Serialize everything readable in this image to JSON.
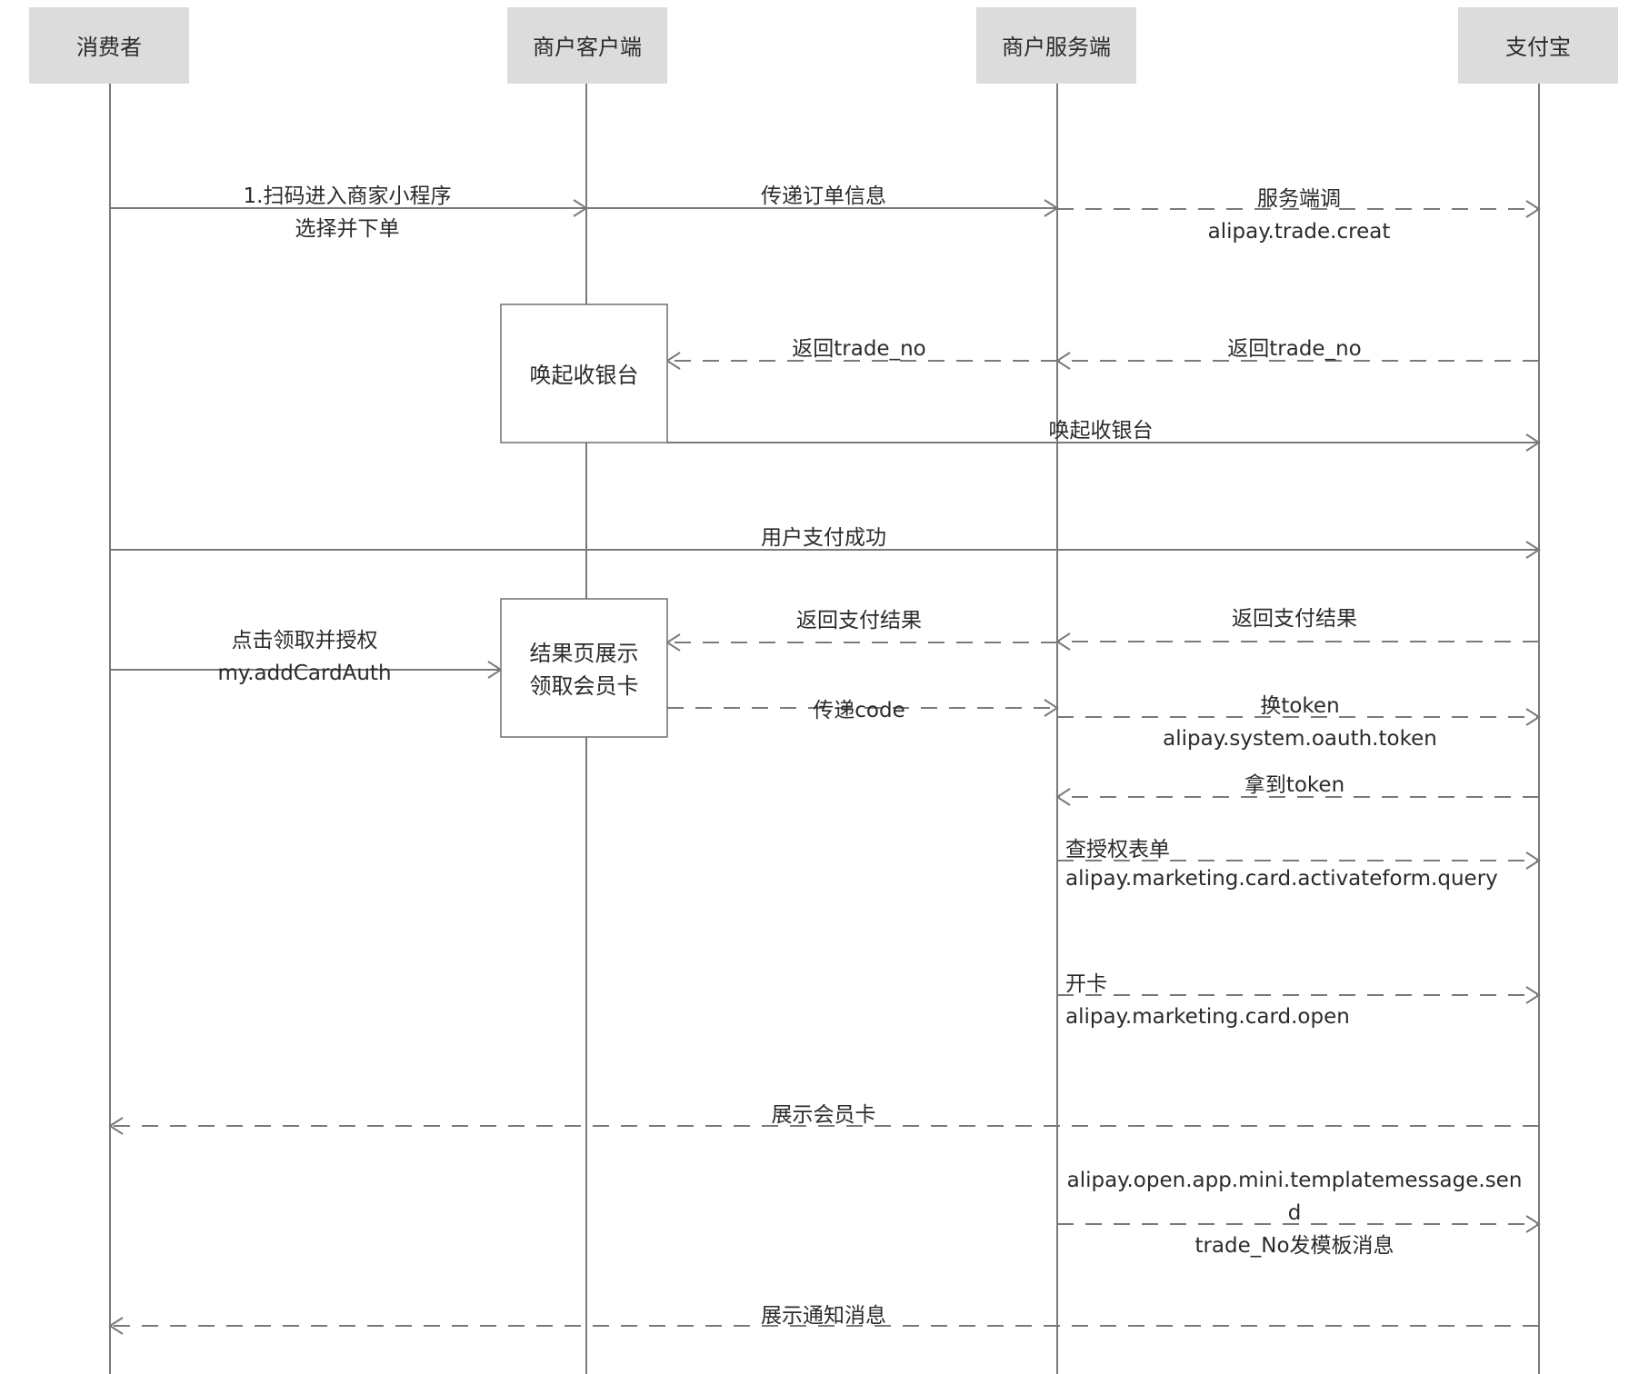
{
  "participants": [
    {
      "id": "consumer",
      "label": "消费者"
    },
    {
      "id": "client",
      "label": "商户客户端"
    },
    {
      "id": "server",
      "label": "商户服务端"
    },
    {
      "id": "alipay",
      "label": "支付宝"
    }
  ],
  "activation_boxes": [
    {
      "id": "cashier-box",
      "lines": [
        "唤起收银台"
      ]
    },
    {
      "id": "result-box",
      "lines": [
        "结果页展示",
        "领取会员卡"
      ]
    }
  ],
  "messages": [
    {
      "id": "scan-order",
      "from": "consumer",
      "to": "client",
      "style": "solid",
      "lines": [
        "1.扫码进入商家小程序",
        "选择并下单"
      ]
    },
    {
      "id": "pass-order",
      "from": "client",
      "to": "server",
      "style": "solid",
      "lines": [
        "传递订单信息"
      ]
    },
    {
      "id": "trade-create",
      "from": "server",
      "to": "alipay",
      "style": "dashed",
      "lines": [
        "服务端调",
        "alipay.trade.creat"
      ]
    },
    {
      "id": "return-trade-no-alipay",
      "from": "alipay",
      "to": "server",
      "style": "dashed",
      "lines": [
        "返回trade_no"
      ]
    },
    {
      "id": "return-trade-no-server",
      "from": "server",
      "to": "client",
      "style": "dashed",
      "lines": [
        "返回trade_no"
      ]
    },
    {
      "id": "invoke-cashier",
      "from": "client",
      "to": "alipay",
      "style": "solid",
      "lines": [
        "唤起收银台"
      ]
    },
    {
      "id": "pay-success",
      "from": "consumer",
      "to": "alipay",
      "style": "solid",
      "lines": [
        "用户支付成功"
      ]
    },
    {
      "id": "return-pay-result-alipay",
      "from": "alipay",
      "to": "server",
      "style": "dashed",
      "lines": [
        "返回支付结果"
      ]
    },
    {
      "id": "return-pay-result-server",
      "from": "server",
      "to": "client",
      "style": "dashed",
      "lines": [
        "返回支付结果"
      ]
    },
    {
      "id": "add-card-auth",
      "from": "consumer",
      "to": "client",
      "style": "solid",
      "lines": [
        "点击领取并授权",
        "my.addCardAuth"
      ]
    },
    {
      "id": "pass-code",
      "from": "client",
      "to": "server",
      "style": "dashed",
      "lines": [
        "传递code"
      ]
    },
    {
      "id": "exchange-token",
      "from": "server",
      "to": "alipay",
      "style": "dashed",
      "lines": [
        "换token",
        "alipay.system.oauth.token"
      ]
    },
    {
      "id": "get-token",
      "from": "alipay",
      "to": "server",
      "style": "dashed",
      "lines": [
        "拿到token"
      ]
    },
    {
      "id": "query-form",
      "from": "server",
      "to": "alipay",
      "style": "dashed",
      "lines": [
        "查授权表单",
        "alipay.marketing.card.activateform.query"
      ]
    },
    {
      "id": "open-card",
      "from": "server",
      "to": "alipay",
      "style": "dashed",
      "lines": [
        "开卡",
        "alipay.marketing.card.open"
      ]
    },
    {
      "id": "show-card",
      "from": "alipay",
      "to": "consumer",
      "style": "dashed",
      "lines": [
        "展示会员卡"
      ]
    },
    {
      "id": "template-message",
      "from": "server",
      "to": "alipay",
      "style": "dashed",
      "lines": [
        "alipay.open.app.mini.templatemessage.sen",
        "d",
        "trade_No发模板消息"
      ]
    },
    {
      "id": "show-notice",
      "from": "alipay",
      "to": "consumer",
      "style": "dashed",
      "lines": [
        "展示通知消息"
      ]
    }
  ]
}
